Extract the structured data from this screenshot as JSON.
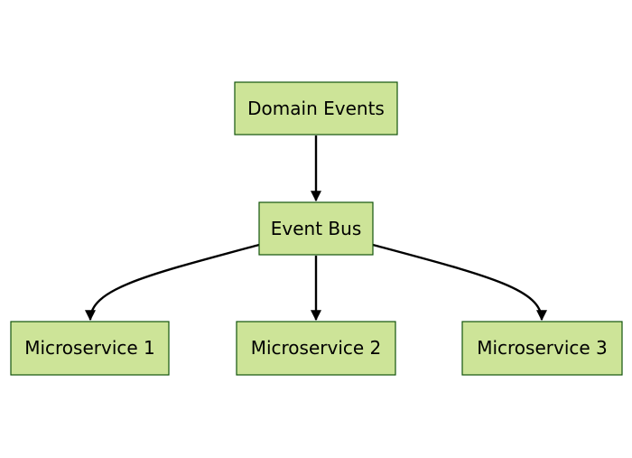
{
  "nodes": {
    "domain_events": "Domain Events",
    "event_bus": "Event Bus",
    "microservice_1": "Microservice 1",
    "microservice_2": "Microservice 2",
    "microservice_3": "Microservice 3"
  },
  "edges": [
    {
      "from": "Domain Events",
      "to": "Event Bus"
    },
    {
      "from": "Event Bus",
      "to": "Microservice 1"
    },
    {
      "from": "Event Bus",
      "to": "Microservice 2"
    },
    {
      "from": "Event Bus",
      "to": "Microservice 3"
    }
  ],
  "colors": {
    "node_fill": "#cde498",
    "node_border": "#13540c",
    "edge": "#000000",
    "background": "#ffffff"
  }
}
